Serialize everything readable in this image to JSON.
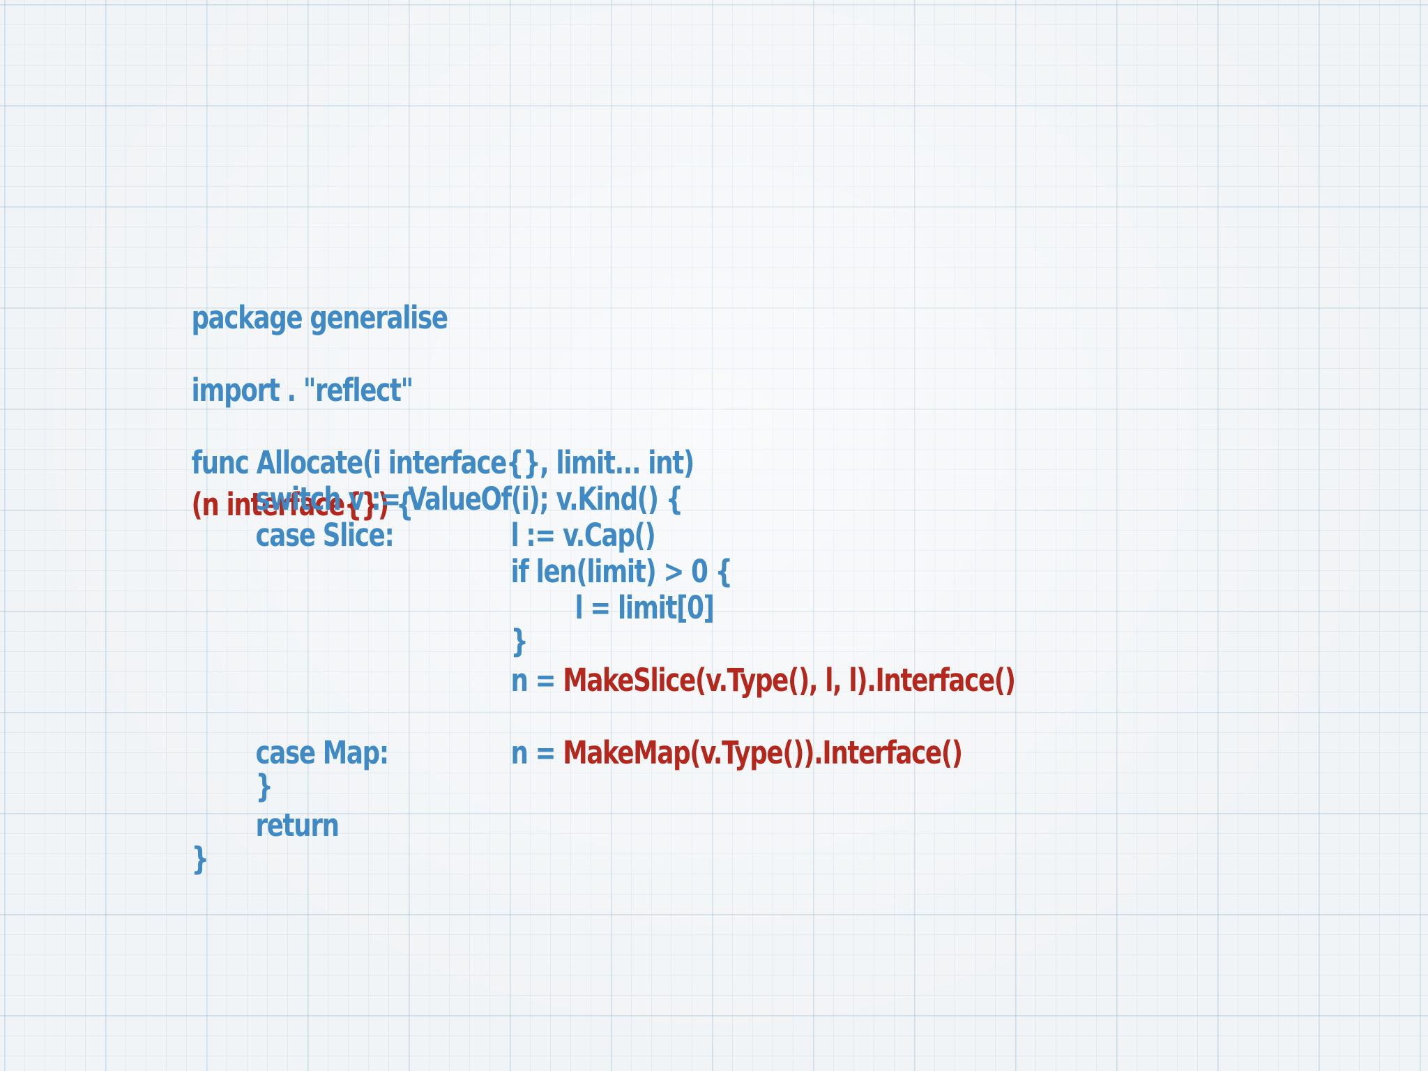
{
  "slide": {
    "code": {
      "package_line": "package generalise",
      "import_line": "import . \"reflect\"",
      "func_sig": "func Allocate(i interface{}, limit... int)",
      "func_result": "(n interface{})",
      "func_open": " {",
      "switch_line": "switch v := ValueOf(i); v.Kind() {",
      "case_slice": "case Slice:",
      "slice_assign": "l := v.Cap()",
      "if_line": "if len(limit) > 0 {",
      "limit_assign": "l = limit[0]",
      "if_close": "}",
      "n_assign_prefix": "n = ",
      "make_slice": "MakeSlice(v.Type(), l, l).Interface()",
      "case_map": "case Map:",
      "make_map": "MakeMap(v.Type()).Interface()",
      "switch_close": "}",
      "return_line": "return",
      "func_close": "}"
    },
    "colors": {
      "code_blue": "#3f8ac4",
      "highlight_red": "#b3271d",
      "background": "#f1f4f6"
    }
  }
}
